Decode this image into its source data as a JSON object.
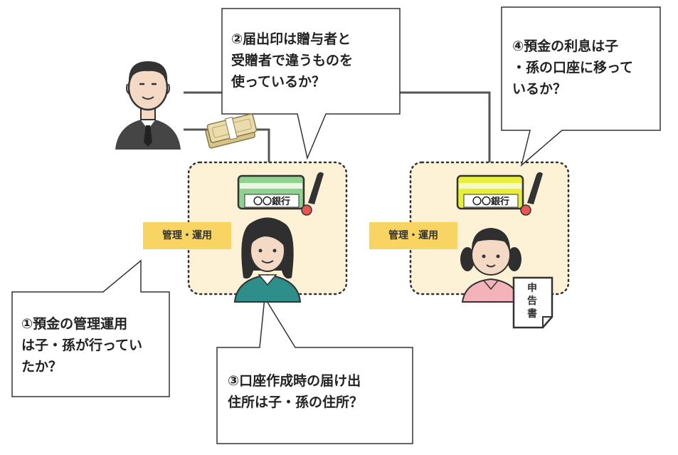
{
  "callouts": {
    "c1": [
      "①預金の管理運用",
      "は子・孫が行ってい",
      "たか？"
    ],
    "c2": [
      "②届出印は贈与者と",
      "受贈者で違うものを",
      "使っているか？"
    ],
    "c3": [
      "③口座作成時の届け出",
      "住所は子・孫の住所？"
    ],
    "c4": [
      "④預金の利息は子",
      "・孫の口座に移って",
      "いるか？"
    ]
  },
  "tags": {
    "left": "管理・運用",
    "right": "管理・運用"
  },
  "bankbook": {
    "left": "〇〇銀行",
    "right": "〇〇銀行"
  },
  "document": {
    "label": [
      "申",
      "告",
      "書"
    ]
  },
  "colors": {
    "zone_fill": "#fdf1d6",
    "zone_border": "#333333",
    "tag_fill": "#f8d462",
    "bankbook_left": "#8fd18f",
    "bankbook_right": "#e8ef3a",
    "suit": "#454545",
    "daughter_shirt": "#2d8e8a",
    "granddaughter_shirt": "#f3b3b8"
  },
  "icons": [
    "grandfather-icon",
    "money-bundle-icon",
    "bankbook-icon",
    "seal-stamp-icon",
    "daughter-icon",
    "granddaughter-icon",
    "tax-return-document-icon"
  ]
}
